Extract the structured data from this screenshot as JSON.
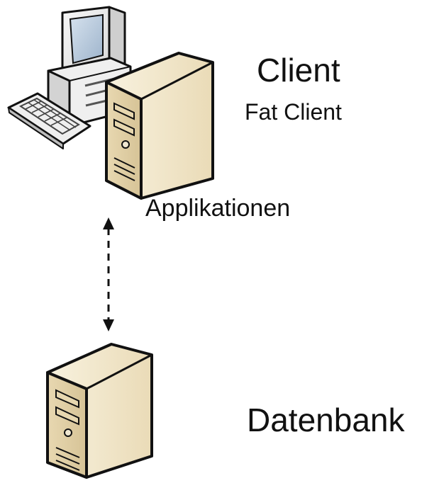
{
  "client": {
    "title": "Client",
    "subtitle": "Fat Client",
    "applications_label": "Applikationen"
  },
  "database": {
    "label": "Datenbank"
  },
  "connection": {
    "style": "dashed",
    "direction": "bidirectional"
  },
  "colors": {
    "text": "#111111",
    "outline": "#111111",
    "server_beige": "#f1e6c8",
    "server_shadow": "#d4c39c",
    "monitor_light": "#ececec",
    "monitor_screen": "#b7c9dd"
  },
  "icons": {
    "client_workstation": "desktop-computer-icon",
    "client_server": "server-tower-icon",
    "database_server": "server-tower-icon"
  }
}
